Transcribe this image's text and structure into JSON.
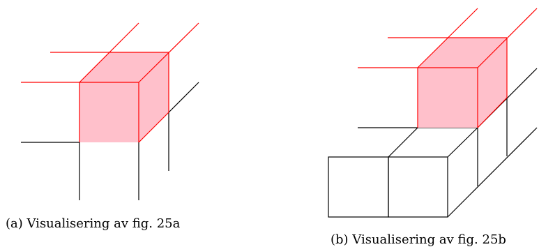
{
  "colors": {
    "highlight_fill": "#ffc0cb",
    "highlight_stroke": "#ff0000",
    "line": "#000000"
  },
  "figures": [
    {
      "caption": "(a) Visualisering av fig. 25a",
      "highlighted_cubes": 1,
      "outlined_cubes": 0
    },
    {
      "caption": "(b) Visualisering av fig. 25b",
      "highlighted_cubes": 1,
      "outlined_cubes": 2
    }
  ]
}
